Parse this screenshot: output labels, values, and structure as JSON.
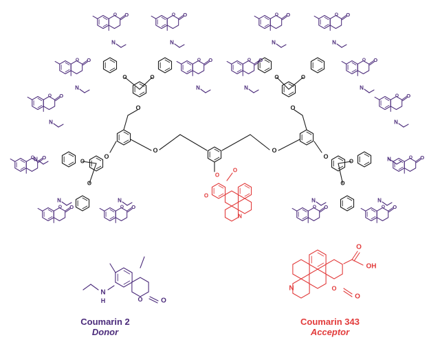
{
  "donor": {
    "name": "Coumarin 2",
    "role": "Donor",
    "color": "#4a2a7a",
    "atoms": {
      "n": "N",
      "h": "H",
      "o": "O"
    }
  },
  "acceptor": {
    "name": "Coumarin 343",
    "role": "Acceptor",
    "color": "#e23b3b",
    "atoms": {
      "n": "N",
      "o": "O",
      "oh": "OH"
    }
  },
  "core": {
    "color": "#1a1a1a",
    "ether_atom": "O"
  }
}
